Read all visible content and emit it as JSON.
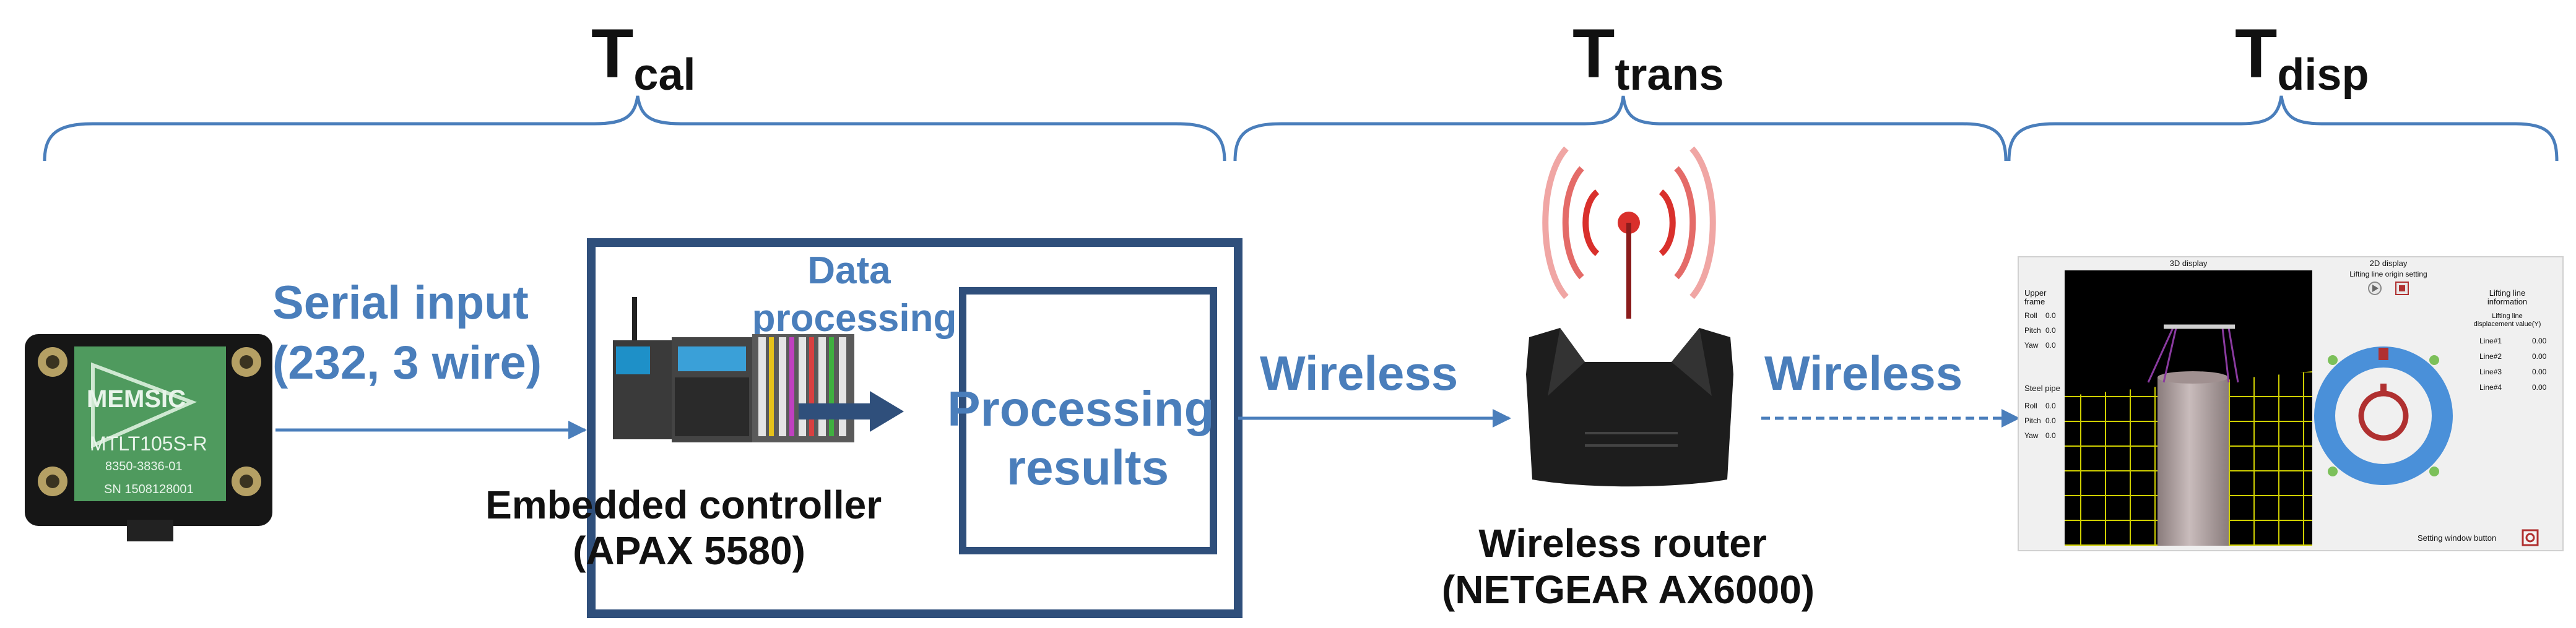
{
  "colors": {
    "accent_blue": "#4a7ebb",
    "dark_blue": "#2f4f7b",
    "signal_red": "#d9302c",
    "sim_yellow": "#e6e600",
    "ring_blue": "#4a90d9",
    "ring_red": "#b03030"
  },
  "timing": {
    "cal": {
      "symbol": "T",
      "subscript": "cal"
    },
    "trans": {
      "symbol": "T",
      "subscript": "trans"
    },
    "disp": {
      "symbol": "T",
      "subscript": "disp"
    }
  },
  "sensor": {
    "brand": "MEMSIC",
    "model": "MTLT105S-R",
    "part_number": "8350-3836-01",
    "serial": "SN 1508128001"
  },
  "labels": {
    "serial_input_line1": "Serial input",
    "serial_input_line2": "(232, 3 wire)",
    "data_processing_line1": "Data",
    "data_processing_line2": "processing",
    "processing_results_line1": "Processing",
    "processing_results_line2": "results",
    "controller_line1": "Embedded controller",
    "controller_line2": "(APAX 5580)",
    "wireless_1": "Wireless",
    "wireless_2": "Wireless",
    "router_line1": "Wireless router",
    "router_line2": "(NETGEAR AX6000)"
  },
  "display": {
    "title_3d": "3D display",
    "title_2d": "2D display",
    "origin_setting": "Lifting line origin setting",
    "upper_frame_line1": "Upper",
    "upper_frame_line2": "frame",
    "steel_pipe": "Steel pipe",
    "upper_rows": [
      {
        "name": "Roll",
        "value": "0.0"
      },
      {
        "name": "Pitch",
        "value": "0.0"
      },
      {
        "name": "Yaw",
        "value": "0.0"
      }
    ],
    "pipe_rows": [
      {
        "name": "Roll",
        "value": "0.0"
      },
      {
        "name": "Pitch",
        "value": "0.0"
      },
      {
        "name": "Yaw",
        "value": "0.0"
      }
    ],
    "lifting_info_line1": "Lifting line",
    "lifting_info_line2": "information",
    "lifting_disp_line1": "Lifting line",
    "lifting_disp_line2": "displacement value(Y)",
    "lines": [
      {
        "name": "Line#1",
        "value": "0.00"
      },
      {
        "name": "Line#2",
        "value": "0.00"
      },
      {
        "name": "Line#3",
        "value": "0.00"
      },
      {
        "name": "Line#4",
        "value": "0.00"
      }
    ],
    "setting_button_label": "Setting window button"
  }
}
